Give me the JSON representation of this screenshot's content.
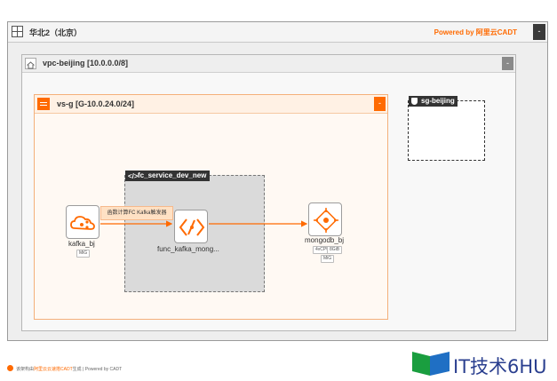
{
  "region": {
    "title": "华北2（北京）",
    "powered_by": "Powered by 阿里云CADT",
    "collapse_symbol": "-"
  },
  "vpc": {
    "title": "vpc-beijing [10.0.0.0/8]",
    "collapse_symbol": "-"
  },
  "vswitch": {
    "title": "vs-g [G-10.0.24.0/24]",
    "collapse_symbol": "-"
  },
  "security_group": {
    "title": "sg-beijing"
  },
  "function_service": {
    "title": "fc_service_dev_new"
  },
  "nodes": {
    "kafka": {
      "label": "kafka_bj",
      "tags": [
        "MiG"
      ]
    },
    "func": {
      "label": "func_kafka_mong..."
    },
    "mongodb": {
      "label": "mongodb_bj",
      "tags": [
        "4vCPU",
        "8GiB",
        "MiG"
      ]
    }
  },
  "edges": {
    "trigger_label": "函数计算FC Kafka触发器"
  },
  "footer": {
    "prefix": "该架构由",
    "link": "阿里云云速搭CADT",
    "suffix": "生成 | Powered by CADT"
  },
  "watermark": {
    "text": "IT技术6HU"
  },
  "colors": {
    "accent": "#ff6a00",
    "region_border": "#9a9a9a",
    "vswitch_fill": "#fff9f3",
    "fc_fill": "#dadada",
    "dark_label": "#333333"
  },
  "icons": {
    "region": "grid-icon",
    "vpc": "home-icon",
    "vswitch": "vswitch-icon",
    "security_group": "shield-icon",
    "function_service": "function-compute-icon",
    "kafka": "kafka-icon",
    "func": "function-icon",
    "mongodb": "mongodb-icon"
  }
}
